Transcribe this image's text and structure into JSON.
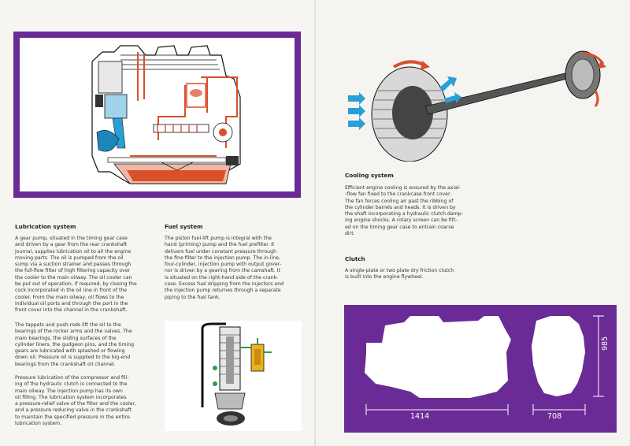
{
  "left_page": {
    "lubrication": {
      "heading": "Lubrication system",
      "para1_lines": [
        "A gear pump, situated in the timing gear case",
        "and driven by a gear from the rear crankshaft",
        "journal, supplies lubrication oil to all the engine",
        "moving parts. The oil is pumped from the oil",
        "sump via a suction strainer and passes through",
        "the full-flow filter of high filtering capacity over",
        "the cooler to the main oilway. The oil cooler can",
        "be put out of operation, if required, by closing the",
        "cock incorporated in the oil line in front of the",
        "cooler. From the main oilway, oil flows to the",
        "individual oil ports and through the port in the",
        "front cover into the channel in the crankshaft."
      ],
      "para2_lines": [
        "The tappets and push-rods lift the oil to the",
        "bearings of the rocker arms and the valves. The",
        "main bearings, the sliding surfaces of the",
        "cylinder liners, the gudgeon pins, and the timing",
        "gears are lubricated with splashed or flowing",
        "down oil. Pressure oil is supplied to the big-end",
        "bearings from the crankshaft oil channel."
      ],
      "para3_lines": [
        "Pressure lubrication of the compressor and fill-",
        "ing of the hydraulic clutch is connected to the",
        "main oilway. The injection pump has its own",
        "oil filling. The lubrication system incorporates",
        "a pressure-relief valve of the filter and the cooler,",
        "and a pressure reducing valve in the crankshaft",
        "to maintain the specified pressure in the entire",
        "lubrication system."
      ]
    },
    "fuel": {
      "heading": "Fuel system",
      "para_lines": [
        "The piston fuel-lift pump is integral with the",
        "hand (priming) pump and the fuel prefilter. It",
        "delivers fuel under constant pressure through",
        "the fine filter to the injection pump. The in-line,",
        "four-cylinder, injection pump with output gover-",
        "nor is driven by a gearing from the camshaft. It",
        "is situated on the right-hand side of the crank-",
        "case. Excess fuel dripping from the injectors and",
        "the injection pump returnes through a separate",
        "piping to the fuel tank."
      ]
    }
  },
  "right_page": {
    "cooling": {
      "heading": "Cooling system",
      "para_lines": [
        "Efficient engine cooling is ensured by the axial-",
        "-flow fan fixed to the crankcase front cover.",
        "The fan forces cooling air past the ribbing of",
        "the cylinder barrels and heads. It is driven by",
        "the shaft incorporating a hydraulic clutch damp-",
        "ing engine shocks. A rotary screen can be fitt-",
        "ed on the timing gear case to entrain coarse",
        "dirt."
      ]
    },
    "clutch": {
      "heading": "Clutch",
      "para_lines": [
        "A single-plate or two plate dry friction clutch",
        "is built into the engine flywheel."
      ]
    },
    "dimensions": {
      "length": "1414",
      "width": "708",
      "height": "985"
    }
  },
  "colors": {
    "frame_purple": "#6a2b96",
    "oil_orange": "#d9502a",
    "cool_blue": "#2a9fd6",
    "fuel_yellow": "#e8b320",
    "fuel_green": "#2f9a4a"
  }
}
